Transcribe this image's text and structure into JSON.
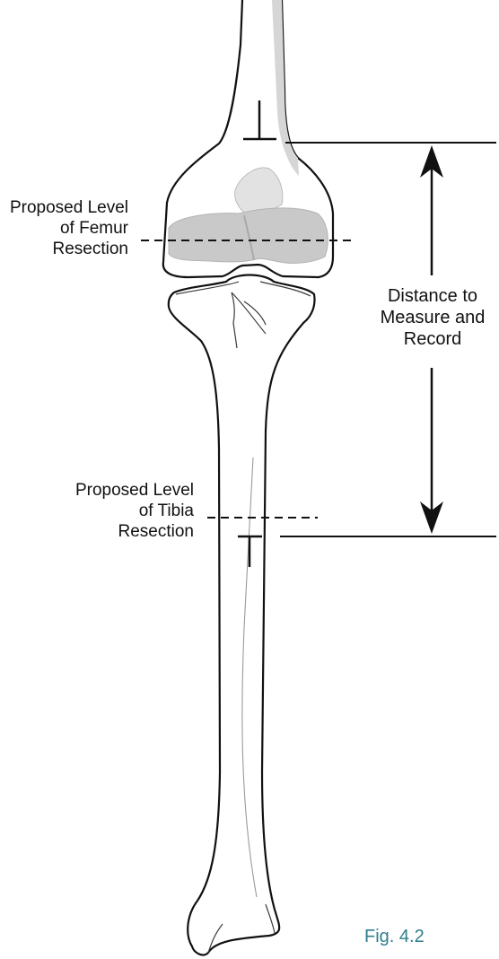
{
  "femur_label": {
    "line1": "Proposed Level",
    "line2": "of Femur",
    "line3": "Resection"
  },
  "tibia_label": {
    "line1": "Proposed Level",
    "line2": "of Tibia",
    "line3": "Resection"
  },
  "distance_label": {
    "line1": "Distance to",
    "line2": "Measure and",
    "line3": "Record"
  },
  "figure_caption": "Fig. 4.2",
  "colors": {
    "ink": "#111111",
    "caption": "#2e7f8e",
    "shading": "#c8c8c8",
    "paper": "#ffffff"
  }
}
